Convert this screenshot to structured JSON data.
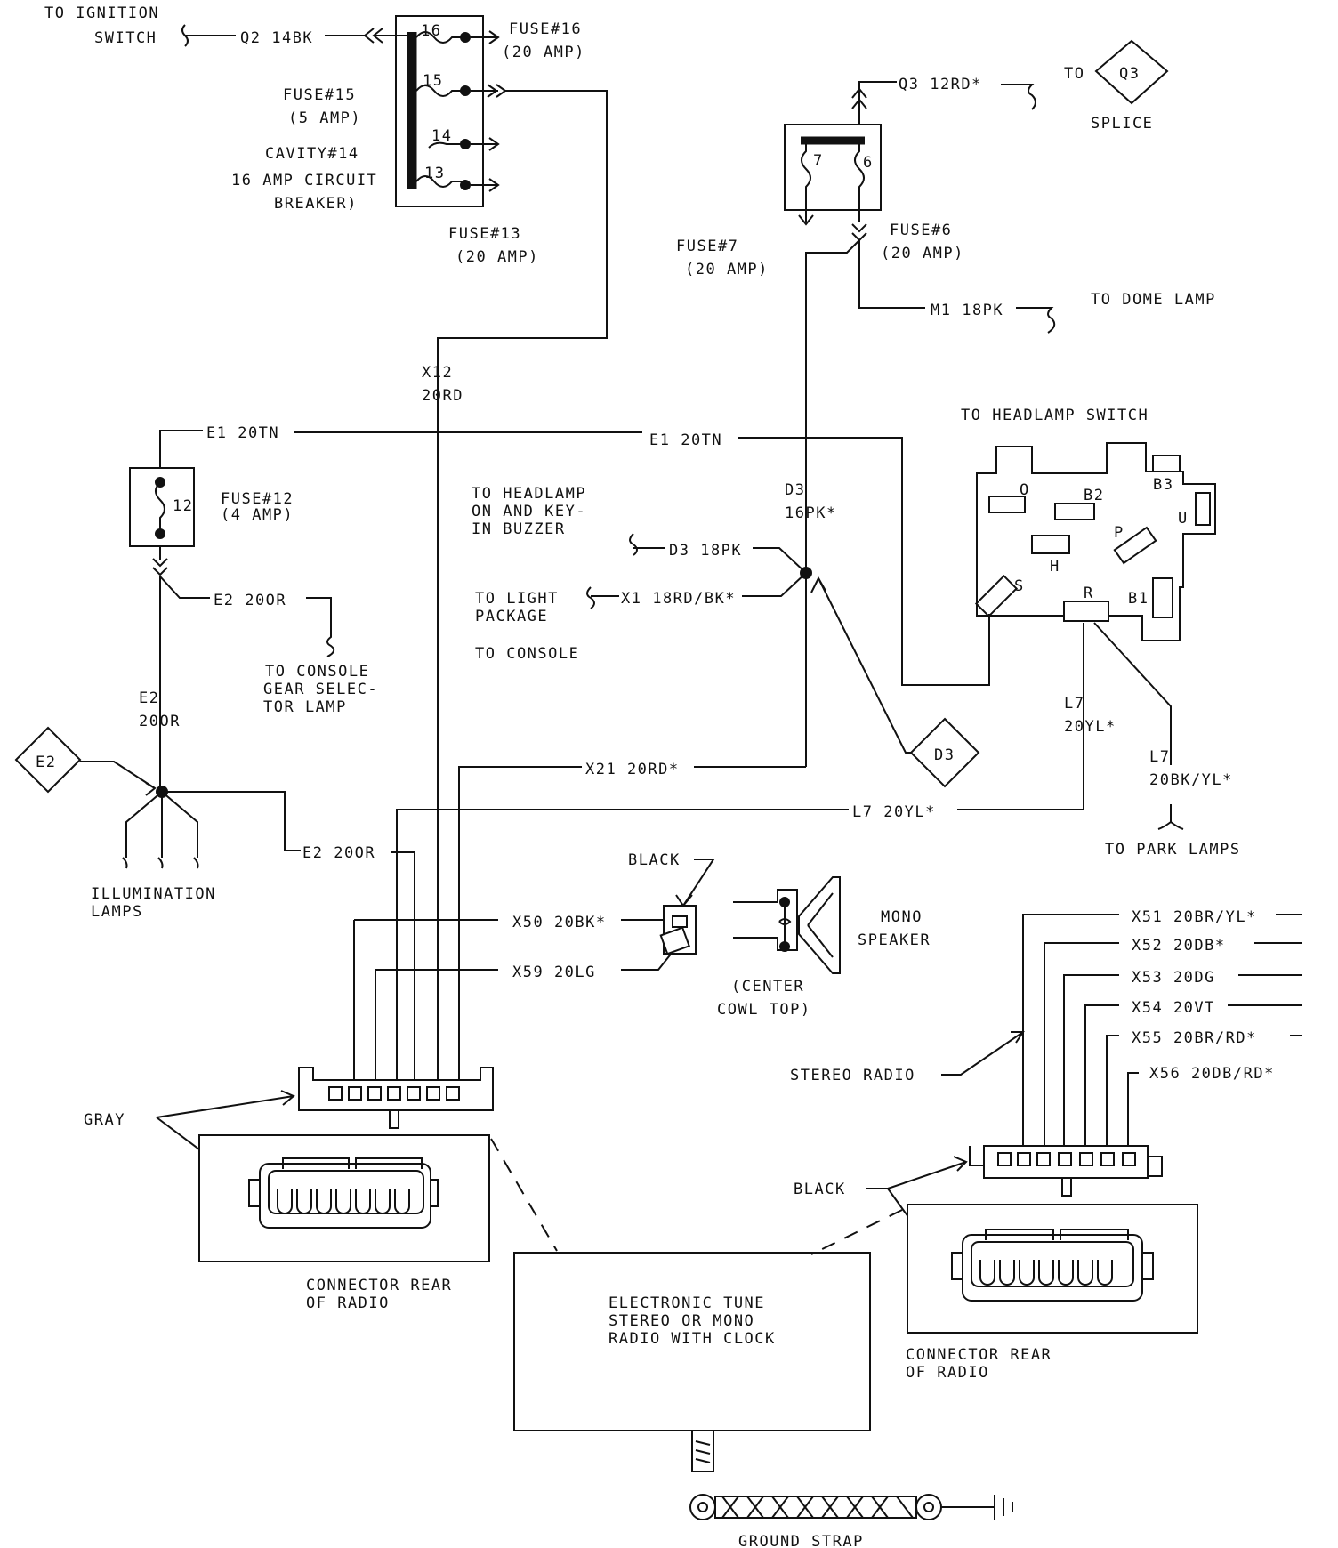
{
  "fuse_block": {
    "ignition_label_1": "TO IGNITION",
    "ignition_label_2": "SWITCH",
    "wire_q2": "Q2 14BK",
    "fuse16_l1": "FUSE#16",
    "fuse16_l2": "(20 AMP)",
    "fuse15_l1": "FUSE#15",
    "fuse15_l2": "(5 AMP)",
    "cavity14_l1": "CAVITY#14",
    "cavity14_l2": "16 AMP CIRCUIT",
    "cavity14_l3": "BREAKER)",
    "fuse13_l1": "FUSE#13",
    "fuse13_l2": "(20 AMP)",
    "cav16": "16",
    "cav15": "15",
    "cav14": "14",
    "cav13": "13"
  },
  "x12": {
    "l1": "X12",
    "l2": "20RD"
  },
  "upper_right": {
    "wire_q3": "Q3 12RD*",
    "to": "TO",
    "q3_diamond": "Q3",
    "splice": "SPLICE",
    "cav7": "7",
    "cav6": "6",
    "fuse7_l1": "FUSE#7",
    "fuse7_l2": "(20 AMP)",
    "fuse6_l1": "FUSE#6",
    "fuse6_l2": "(20 AMP)",
    "wire_m1": "M1 18PK",
    "to_dome": "TO DOME LAMP"
  },
  "headlamp": {
    "title": "TO HEADLAMP SWITCH",
    "pin_o": "O",
    "pin_b2": "B2",
    "pin_b3": "B3",
    "pin_u": "U",
    "pin_p": "P",
    "pin_h": "H",
    "pin_s": "S",
    "pin_r": "R",
    "pin_b1": "B1"
  },
  "e1": {
    "left": "E1 20TN",
    "right": "E1 20TN"
  },
  "fuse12": {
    "cav": "12",
    "l1": "FUSE#12",
    "l2": "(4 AMP)"
  },
  "e2": {
    "wire": "E2 20OR",
    "console_l1": "TO CONSOLE",
    "console_l2": "GEAR SELEC-",
    "console_l3": "TOR LAMP",
    "vert_l1": "E2",
    "vert_l2": "20OR",
    "diamond": "E2",
    "bottom_wire": "E2 20OR",
    "illum_l1": "ILLUMINATION",
    "illum_l2": "LAMPS"
  },
  "d3": {
    "buzzer_l1": "TO HEADLAMP",
    "buzzer_l2": "ON AND KEY-",
    "buzzer_l3": "IN BUZZER",
    "vert_l1": "D3",
    "vert_l2": "16PK*",
    "wire_d3": "D3 18PK",
    "wire_x1": "X1 18RD/BK*",
    "light_l1": "TO LIGHT",
    "light_l2": "PACKAGE",
    "console": "TO CONSOLE",
    "diamond": "D3"
  },
  "l7": {
    "a_l1": "L7",
    "a_l2": "20YL*",
    "b_l1": "L7",
    "b_l2": "20BK/YL*",
    "horiz": "L7 20YL*",
    "park": "TO PARK LAMPS"
  },
  "x21": "X21 20RD*",
  "speaker": {
    "black": "BLACK",
    "x50": "X50 20BK*",
    "x59": "X59 20LG",
    "mono_l1": "MONO",
    "mono_l2": "SPEAKER",
    "cowl_l1": "(CENTER",
    "cowl_l2": "COWL TOP)"
  },
  "stereo": {
    "x51": "X51 20BR/YL*",
    "x52": "X52 20DB*",
    "x53": "X53 20DG",
    "x54": "X54 20VT",
    "x55": "X55 20BR/RD*",
    "x56": "X56 20DB/RD*",
    "label": "STEREO RADIO"
  },
  "connectors": {
    "gray": "GRAY",
    "left_l1": "CONNECTOR REAR",
    "left_l2": "OF RADIO",
    "black": "BLACK",
    "right_l1": "CONNECTOR REAR",
    "right_l2": "OF RADIO"
  },
  "radio": {
    "l1": "ELECTRONIC TUNE",
    "l2": "STEREO OR MONO",
    "l3": "RADIO WITH CLOCK"
  },
  "ground": "GROUND STRAP"
}
